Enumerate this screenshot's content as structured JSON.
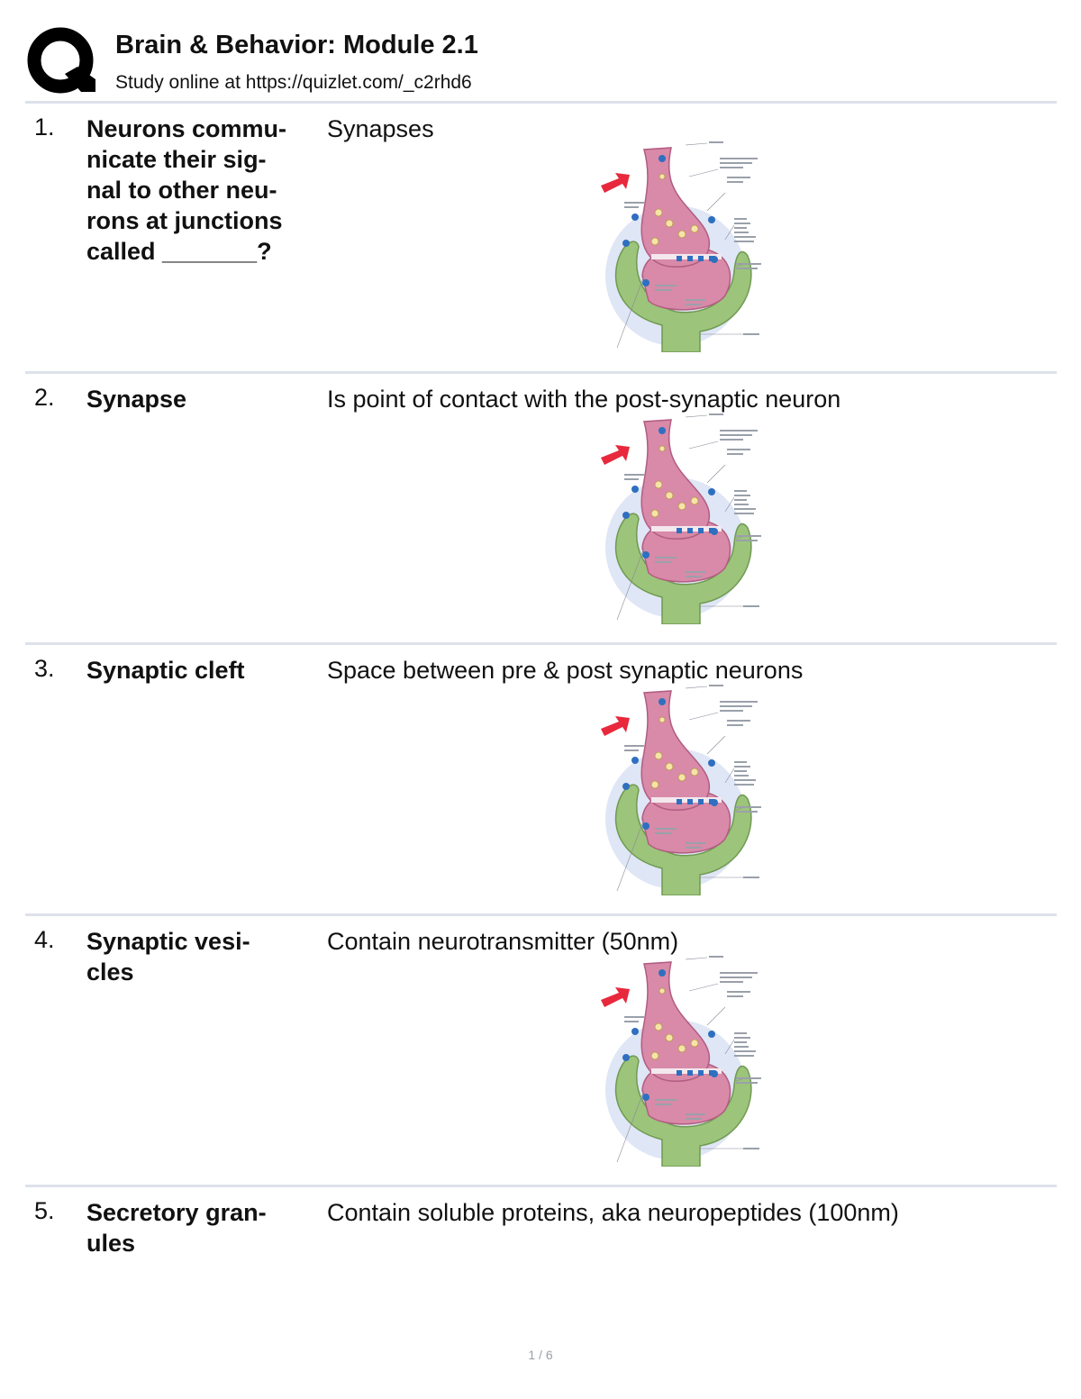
{
  "header": {
    "title": "Brain & Behavior: Module 2.1",
    "subtitle": "Study online at https://quizlet.com/_c2rhd6"
  },
  "cards": [
    {
      "number": "1.",
      "term": "Neurons commu-\nnicate their sig-\nnal to other neu-\nrons at junctions\ncalled _______?",
      "definition": "Synapses",
      "figure": "synapse-diagram"
    },
    {
      "number": "2.",
      "term": "Synapse",
      "definition": "Is point of contact with the post-synaptic neuron",
      "figure": "synapse-diagram"
    },
    {
      "number": "3.",
      "term": "Synaptic cleft",
      "definition": "Space between pre & post synaptic neurons",
      "figure": "synapse-diagram"
    },
    {
      "number": "4.",
      "term": "Synaptic vesi-\ncles",
      "definition": "Contain neurotransmitter (50nm)",
      "figure": "synapse-diagram"
    },
    {
      "number": "5.",
      "term": "Secretory gran-\nules",
      "definition": "Contain soluble proteins, aka neuropeptides (100nm)"
    }
  ],
  "footer": {
    "page": "1 / 6"
  },
  "colors": {
    "rule": "#dde1ea",
    "arrow": "#e8283c",
    "glia": "#9cc47a",
    "neuron": "#d88aa8",
    "vesicle": "#2f6fc0"
  }
}
